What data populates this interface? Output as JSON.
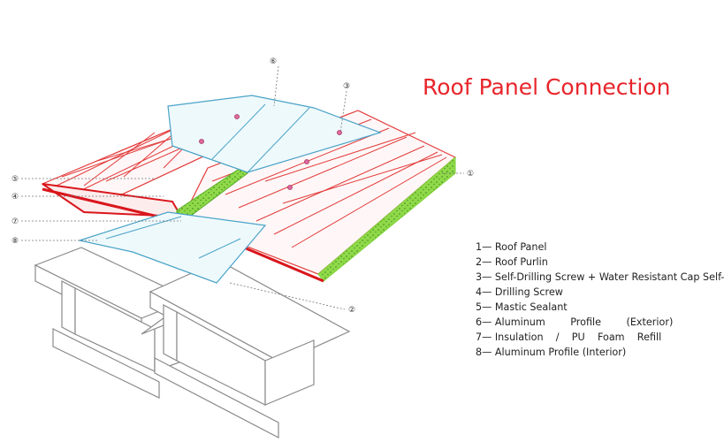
{
  "title": "Roof Panel Connection",
  "callouts": [
    "①",
    "②",
    "③",
    "④",
    "⑤",
    "⑥",
    "⑦",
    "⑧"
  ],
  "legend": {
    "items": [
      "1— Roof Panel",
      "2— Roof Purlin",
      "3— Self-Drilling Screw + Water Resistant Cap Self-",
      "4— Drilling Screw",
      "5— Mastic Sealant",
      "6— Aluminum        Profile        (Exterior)",
      "7— Insulation    /    PU    Foam    Refill",
      "8— Aluminum Profile (Interior)"
    ]
  },
  "colors": {
    "title": "#e8252b",
    "panel_line": "#e23b3b",
    "panel_edge": "#d9161c",
    "insulation": "#7fd23b",
    "profile": "#4aa3c8",
    "steel": "#8a8a8a",
    "callout": "#555555"
  }
}
